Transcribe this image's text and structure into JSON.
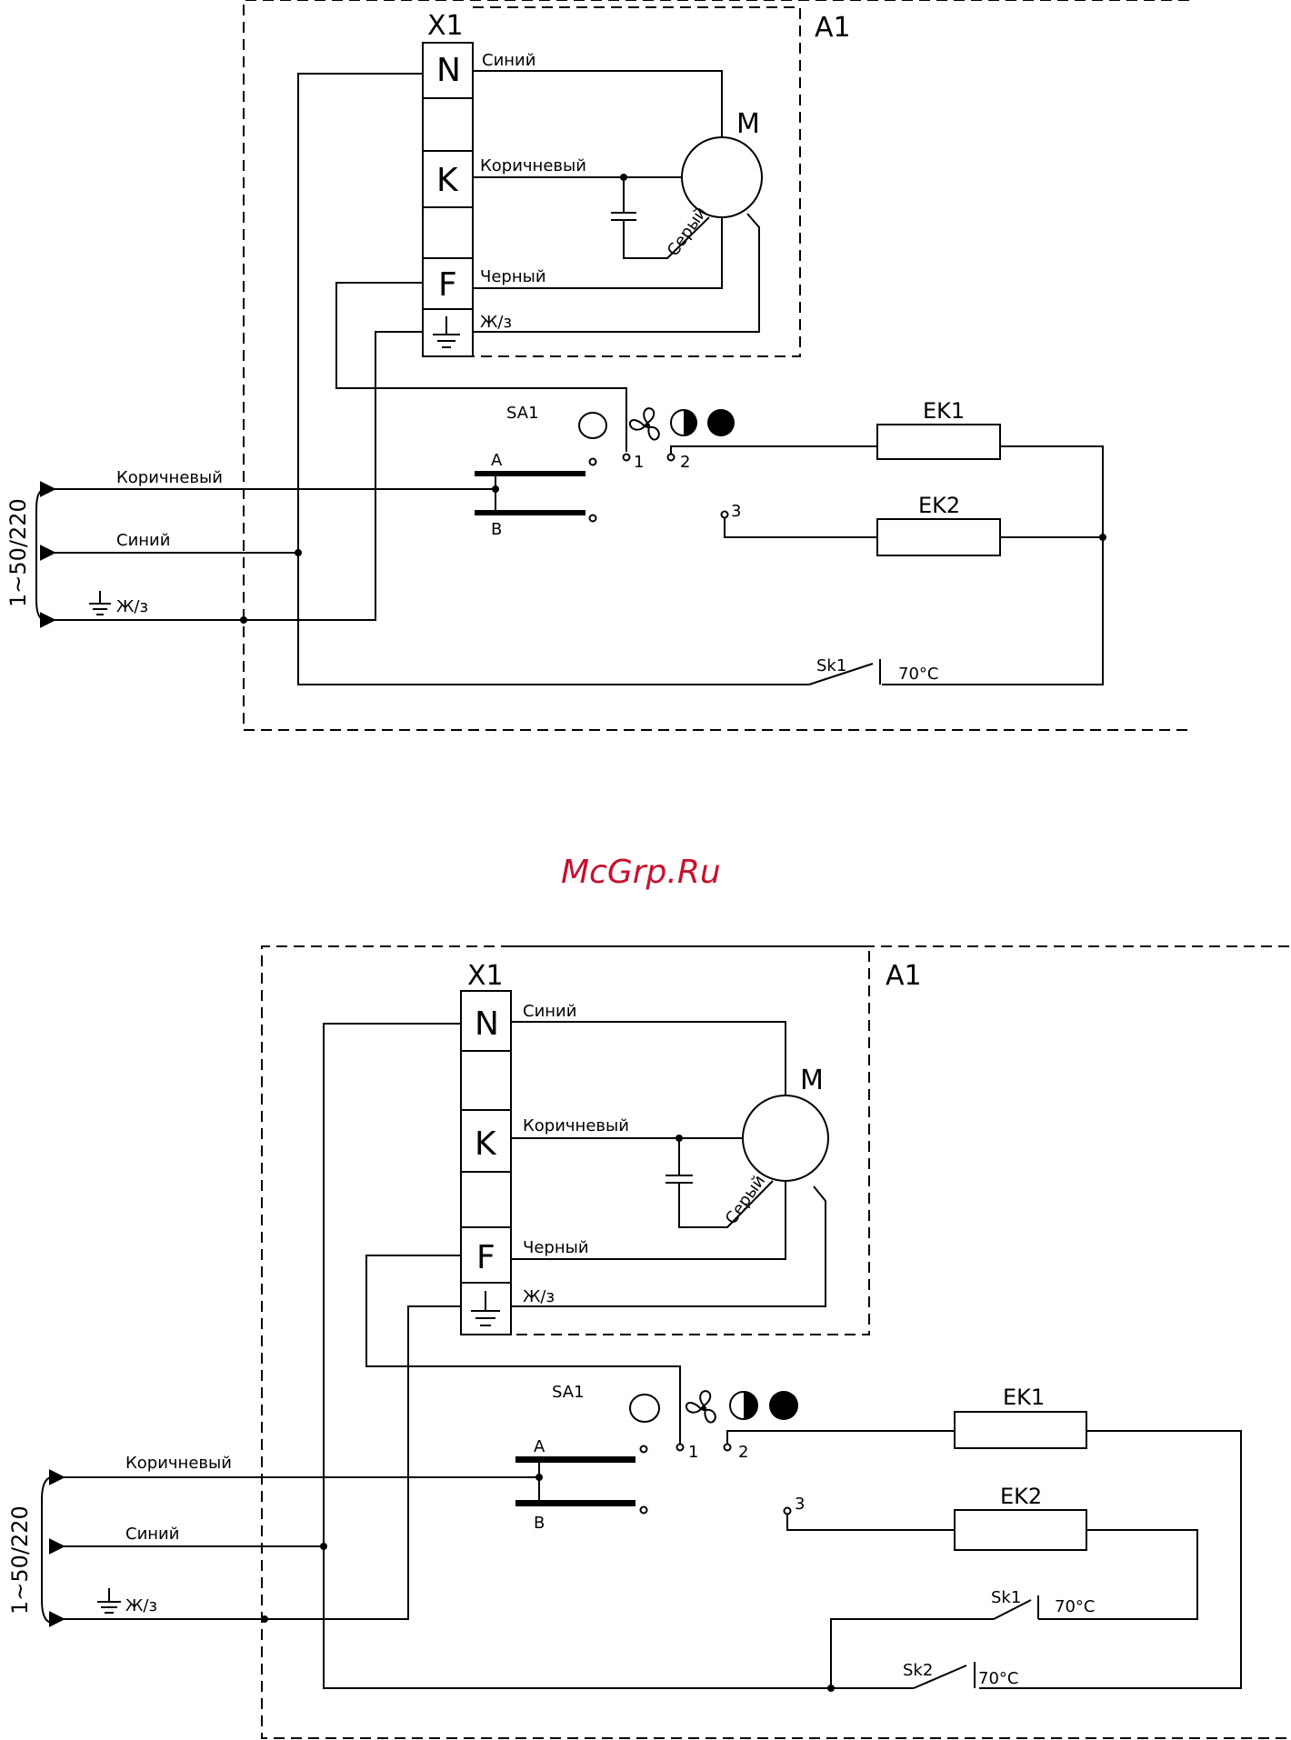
{
  "watermark": "McGrp.Ru",
  "colors": {
    "line": "#000000",
    "watermark": "#c8102e",
    "background": "#ffffff"
  },
  "diagram_1": {
    "assembly": "A1",
    "terminal_block": "X1",
    "terminals": {
      "n": "N",
      "k": "K",
      "f": "F"
    },
    "motor": "M",
    "wire_blue": "Синий",
    "wire_brown": "Коричневый",
    "wire_black": "Черный",
    "wire_gray": "Серый",
    "wire_ground": "Ж/з",
    "switch": "SA1",
    "switch_a": "A",
    "switch_b": "B",
    "contact_1": "1",
    "contact_2": "2",
    "contact_3": "3",
    "heater_1": "EK1",
    "heater_2": "EK2",
    "thermostat_1": "Sk1",
    "thermostat_1_temp": "70°C",
    "supply": "1~50/220",
    "in_brown": "Коричневый",
    "in_blue": "Синий",
    "in_ground": "Ж/з"
  },
  "diagram_2": {
    "assembly": "A1",
    "terminal_block": "X1",
    "terminals": {
      "n": "N",
      "k": "K",
      "f": "F"
    },
    "motor": "M",
    "wire_blue": "Синий",
    "wire_brown": "Коричневый",
    "wire_black": "Черный",
    "wire_gray": "Серый",
    "wire_ground": "Ж/з",
    "switch": "SA1",
    "switch_a": "A",
    "switch_b": "B",
    "contact_1": "1",
    "contact_2": "2",
    "contact_3": "3",
    "heater_1": "EK1",
    "heater_2": "EK2",
    "thermostat_1": "Sk1",
    "thermostat_1_temp": "70°C",
    "thermostat_2": "Sk2",
    "thermostat_2_temp": "70°C",
    "supply": "1~50/220",
    "in_brown": "Коричневый",
    "in_blue": "Синий",
    "in_ground": "Ж/з"
  }
}
